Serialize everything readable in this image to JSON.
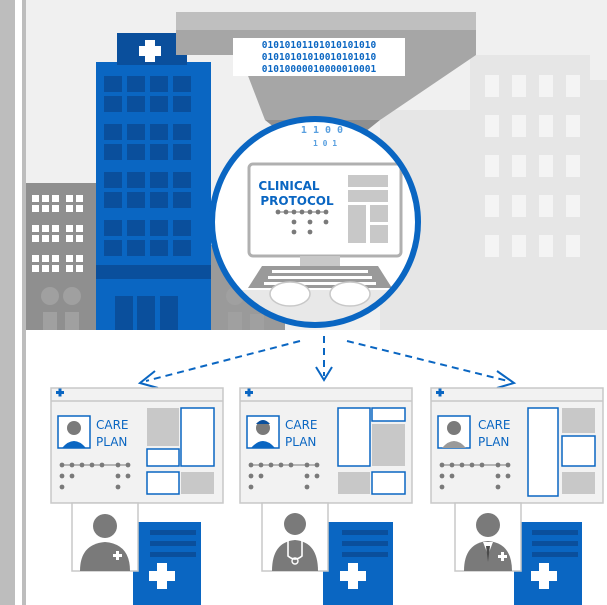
{
  "colors": {
    "blue": "#0a66c2",
    "dark_blue": "#0a4f9c",
    "light_gray": "#f0f0f0",
    "mid_gray": "#c8c8c8",
    "dark_gray": "#7a7a7a",
    "funnel": "#a6a6a6"
  },
  "binary": {
    "line1": "01010101101010101010",
    "line2": "01010101010010101010",
    "line3": "01010000010000010001",
    "drip1": "1 1 0 0",
    "drip2": "1   0 1"
  },
  "monitor": {
    "label_line1": "CLINICAL",
    "label_line2": "PROTOCOL"
  },
  "care_cards": [
    {
      "label_line1": "CARE",
      "label_line2": "PLAN",
      "person": "nurse"
    },
    {
      "label_line1": "CARE",
      "label_line2": "PLAN",
      "person": "doctor"
    },
    {
      "label_line1": "CARE",
      "label_line2": "PLAN",
      "person": "administrator"
    }
  ]
}
